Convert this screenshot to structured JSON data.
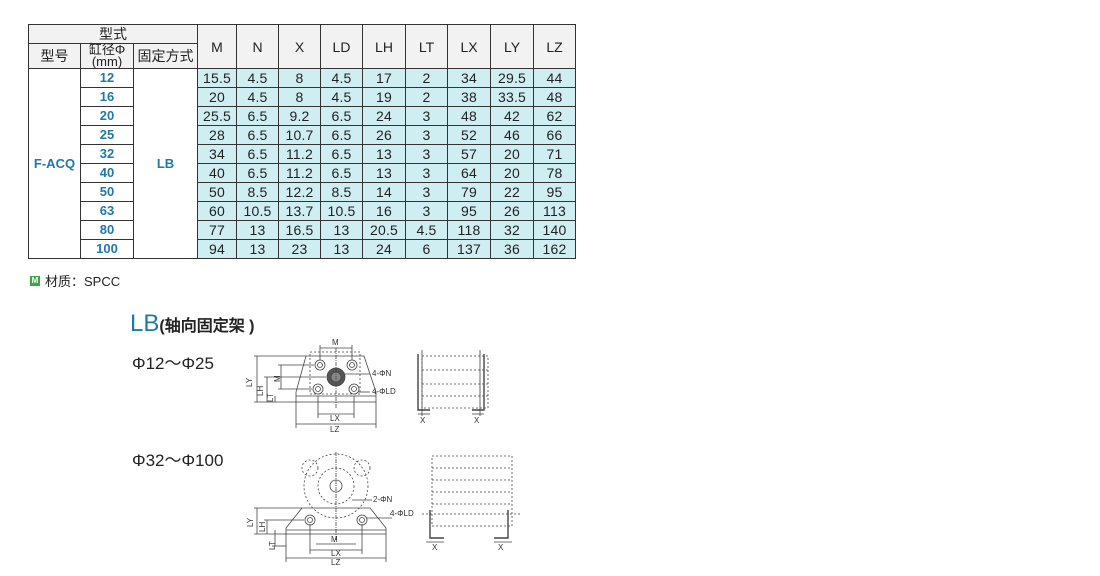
{
  "table": {
    "group_header": "型式",
    "sub_headers": [
      "型号",
      "缸径Φ\n(mm)",
      "固定方式"
    ],
    "dim_headers": [
      "M",
      "N",
      "X",
      "LD",
      "LH",
      "LT",
      "LX",
      "LY",
      "LZ"
    ],
    "model": "F-ACQ",
    "fixing": "LB",
    "rows": [
      {
        "bore": "12",
        "values": [
          "15.5",
          "4.5",
          "8",
          "4.5",
          "17",
          "2",
          "34",
          "29.5",
          "44"
        ]
      },
      {
        "bore": "16",
        "values": [
          "20",
          "4.5",
          "8",
          "4.5",
          "19",
          "2",
          "38",
          "33.5",
          "48"
        ]
      },
      {
        "bore": "20",
        "values": [
          "25.5",
          "6.5",
          "9.2",
          "6.5",
          "24",
          "3",
          "48",
          "42",
          "62"
        ]
      },
      {
        "bore": "25",
        "values": [
          "28",
          "6.5",
          "10.7",
          "6.5",
          "26",
          "3",
          "52",
          "46",
          "66"
        ]
      },
      {
        "bore": "32",
        "values": [
          "34",
          "6.5",
          "11.2",
          "6.5",
          "13",
          "3",
          "57",
          "20",
          "71"
        ]
      },
      {
        "bore": "40",
        "values": [
          "40",
          "6.5",
          "11.2",
          "6.5",
          "13",
          "3",
          "64",
          "20",
          "78"
        ]
      },
      {
        "bore": "50",
        "values": [
          "50",
          "8.5",
          "12.2",
          "8.5",
          "14",
          "3",
          "79",
          "22",
          "95"
        ]
      },
      {
        "bore": "63",
        "values": [
          "60",
          "10.5",
          "13.7",
          "10.5",
          "16",
          "3",
          "95",
          "26",
          "113"
        ]
      },
      {
        "bore": "80",
        "values": [
          "77",
          "13",
          "16.5",
          "13",
          "20.5",
          "4.5",
          "118",
          "32",
          "140"
        ]
      },
      {
        "bore": "100",
        "values": [
          "94",
          "13",
          "23",
          "13",
          "24",
          "6",
          "137",
          "36",
          "162"
        ]
      }
    ]
  },
  "material": {
    "badge": "M",
    "text": "材质：SPCC"
  },
  "section": {
    "code": "LB",
    "name": "(轴向固定架 )"
  },
  "drawings": {
    "small": {
      "range": "Φ12～Φ25",
      "labels": {
        "m": "M",
        "n": "4-ΦN",
        "ld": "4-ΦLD",
        "ly": "LY",
        "lh": "LH",
        "lt": "LT",
        "m_side": "M",
        "lx": "LX",
        "lz": "LZ",
        "x1": "X",
        "x2": "X"
      }
    },
    "large": {
      "range": "Φ32～Φ100",
      "labels": {
        "n": "2-ΦN",
        "ld": "4-ΦLD",
        "ly": "LY",
        "lh": "LH",
        "lt": "LT",
        "m": "M",
        "lx": "LX",
        "lz": "LZ",
        "x1": "X",
        "x2": "X"
      }
    }
  }
}
